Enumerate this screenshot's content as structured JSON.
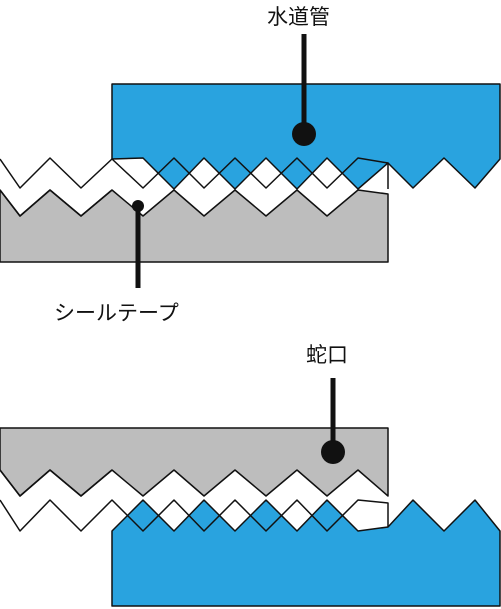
{
  "labels": {
    "water_pipe": "水道管",
    "seal_tape": "シールテープ",
    "faucet": "蛇口"
  },
  "colors": {
    "pipe_blue": "#29a3df",
    "faucet_gray": "#bdbdbd",
    "outline": "#111111",
    "tape_white": "#ffffff"
  }
}
